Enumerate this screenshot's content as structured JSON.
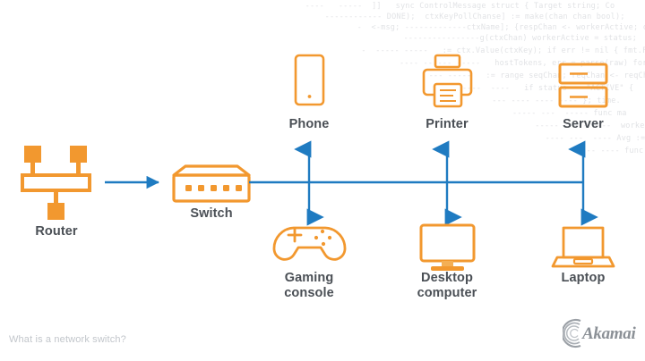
{
  "page": {
    "footer_caption": "What is a network switch?",
    "brand": "Akamai"
  },
  "colors": {
    "orange": "#F2982F",
    "orange_light": "#F4AF55",
    "blue": "#1F7BC1",
    "label_gray": "#4a4f55",
    "caption_gray": "#c2c6cb",
    "code_gray": "#c9ccd1",
    "logo_gray": "#8b9096",
    "background": "#ffffff"
  },
  "diagram": {
    "source": {
      "label": "Router",
      "icon": "router-icon"
    },
    "switch": {
      "label": "Switch",
      "icon": "network-switch-icon",
      "port_count": 5
    },
    "connector": {
      "router_to_switch": "arrow-right",
      "bus": "horizontal-line",
      "branch": "double-headed-vertical-arrow"
    },
    "devices_top": [
      {
        "label": "Phone",
        "icon": "phone-icon"
      },
      {
        "label": "Printer",
        "icon": "printer-icon"
      },
      {
        "label": "Server",
        "icon": "server-icon"
      }
    ],
    "devices_bottom": [
      {
        "label": "Gaming console",
        "icon": "gamepad-icon"
      },
      {
        "label": "Desktop computer",
        "icon": "monitor-icon"
      },
      {
        "label": "Laptop",
        "icon": "laptop-icon"
      }
    ]
  },
  "code_background": {
    "lines": [
      "  ----   -----  ]]   sync ControlMessage struct { Target string; Co",
      "  ------------ DONE);  ctxKeyPollChanse] := make(chan chan bool);",
      "     -  <-msg; -------------ctxName]; {respChan <- workerActive; case",
      "           ----------------g(ctxChan) workerActive = status;",
      " -  ----- -----   := ctx.Value(ctxKey); if err != nil { fmt.Fprintf(w,",
      "   ---- ------ -----   hostTokens, err = parse(raw) for Ta",
      "     --- -----   := range seqChan; reqChan <- reqChan.",
      "  -----  ----   if status == \"ACTIVE\" {",
      "    --- ---- ---- ---- }; time.",
      "   ----- ---  ----- func ma",
      "    -----  ---- ----  workerIdx",
      "  ---- ---  ---- Avg := ra",
      "     ----- ---- func (h *Handl"
    ]
  }
}
